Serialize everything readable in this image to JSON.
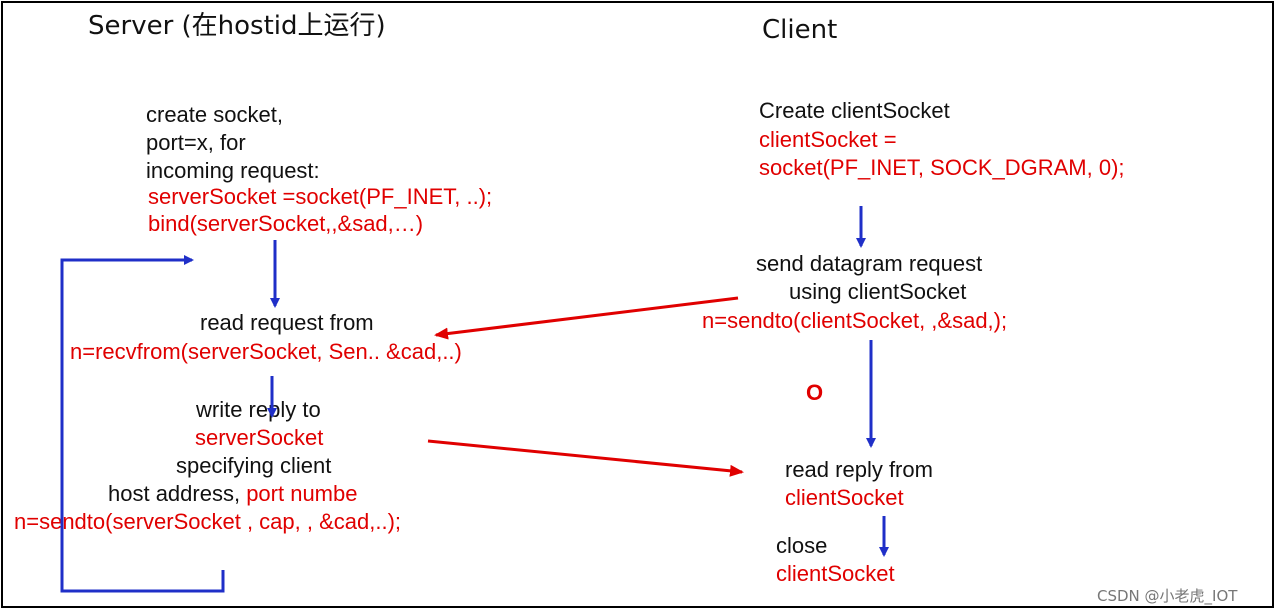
{
  "server": {
    "title": "Server (在hostid上运行)",
    "step1": {
      "lines": [
        "create socket,",
        "port=x, for",
        "incoming request:"
      ],
      "code": [
        "serverSocket =socket(PF_INET, ..);",
        "bind(serverSocket,,&sad,…)"
      ]
    },
    "step2": {
      "label": "read request from",
      "code": "n=recvfrom(serverSocket, Sen.. &cad,..)"
    },
    "step3": {
      "line1": "write reply to",
      "line2": "serverSocket",
      "line3": "specifying client",
      "line4_text": "host address, ",
      "line4_red": "port numbe",
      "code": "n=sendto(serverSocket , cap, , &cad,..);"
    }
  },
  "client": {
    "title": "Client",
    "step1": {
      "label": "Create clientSocket",
      "code": [
        "clientSocket =",
        "socket(PF_INET, SOCK_DGRAM, 0);"
      ]
    },
    "step2": {
      "lines": [
        "send datagram request",
        "using clientSocket"
      ],
      "code": "n=sendto(clientSocket, ,&sad,);"
    },
    "marker": "O",
    "step3": {
      "label": "read reply from",
      "code": "clientSocket"
    },
    "step4": {
      "label": "close",
      "code": "clientSocket"
    }
  },
  "watermark": "CSDN @小老虎_IOT",
  "colors": {
    "code": "#e00000",
    "flow_arrow": "#1f2fc8",
    "message_arrow": "#e00000",
    "text": "#111111"
  }
}
